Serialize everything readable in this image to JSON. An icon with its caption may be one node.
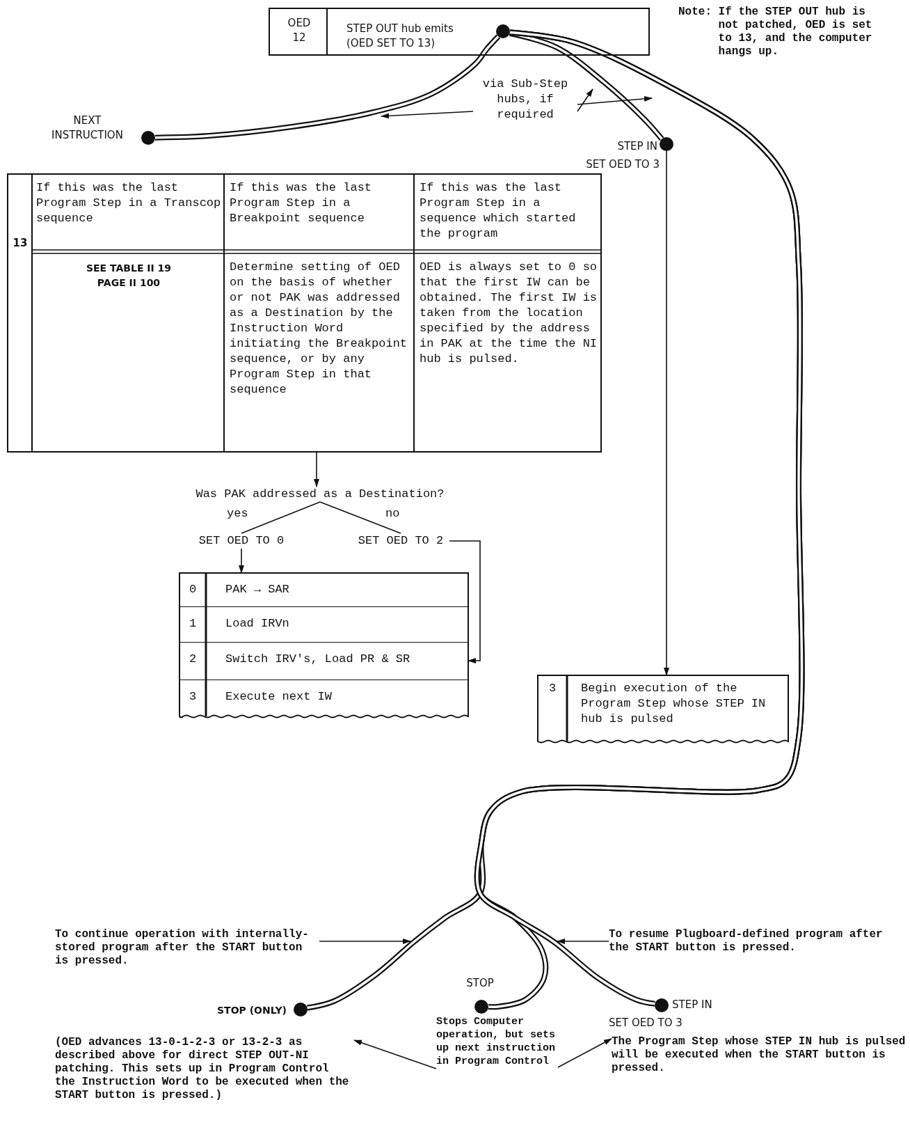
{
  "diagram": {
    "nodes": [
      {
        "text": [
          "OED 12",
          "STEP OUT hub emits (OED SET TO 13)"
        ]
      },
      {
        "text": [],
        "shape": "circle",
        "in": 0
      },
      {
        "text": [],
        "shape": "circle",
        "beside": [
          "NEXT INSTRUCTION"
        ]
      },
      {
        "text": [],
        "shape": "circle",
        "beside": [
          "STEP IN",
          "SET OED TO 3"
        ]
      },
      {
        "text": [
          "13",
          "If this was the last Program Step in a Transcop sequence",
          "If this was the last Program Step in a Breakpoint sequence",
          "If this was the last Program Step in a sequence which started the program",
          "SEE TABLE II 19 PAGE II 100",
          "Determine setting of OED on the basis of whether or not PAK was addressed as a Destination by the Instruction Word initiating the Breakpoint sequence, or by any Program Step in that sequence",
          "OED is always set to 0 so that the first IW can be obtained. The first IW is taken from the location specified by the address in PAK at the time the NI hub is pulsed."
        ]
      },
      {
        "text": [
          "Was PAK addressed as a Destination?"
        ]
      },
      {
        "text": [
          "SET OED TO 0"
        ]
      },
      {
        "text": [
          "SET OED TO 2"
        ]
      },
      {
        "text": [],
        "shape": "box"
      },
      {
        "text": [
          "0",
          "PAK → SAR"
        ],
        "in": 8
      },
      {
        "text": [
          "1",
          "Load IRVn"
        ],
        "in": 8
      },
      {
        "text": [
          "2",
          "Switch IRV's, Load PR & SR"
        ],
        "in": 8
      },
      {
        "text": [
          "3",
          "Execute next IW"
        ],
        "in": 8
      },
      {
        "text": [
          "3",
          "Begin execution of the Program Step whose STEP IN hub is pulsed"
        ]
      },
      {
        "text": [],
        "shape": "circle",
        "beside": [
          "STOP (ONLY)"
        ]
      },
      {
        "text": [],
        "shape": "circle",
        "beside": [
          "STOP"
        ]
      },
      {
        "text": [],
        "shape": "circle",
        "beside": [
          "STEP IN",
          "SET OED TO 3"
        ]
      },
      {
        "text": [
          "To continue operation with internally-stored program after the START button is pressed."
        ]
      },
      {
        "text": [
          "To resume Plugboard-defined program after the START button is pressed."
        ]
      },
      {
        "text": [
          "(OED advances 13-0-1-2-3 or 13-2-3 as described above for direct STEP OUT-NI patching. This sets up in Program Control the Instruction Word to be executed when the START button is pressed.)"
        ]
      },
      {
        "text": [
          "Stops Computer operation, but sets up next instruction in Program Control"
        ]
      },
      {
        "text": [
          "The Program Step whose STEP IN hub is pulsed will be executed when the START button is pressed."
        ]
      },
      {
        "text": [
          "via Sub-Step hubs, if required"
        ]
      }
    ],
    "edges": [
      {
        "from": 1,
        "to": 2,
        "arrow": "none",
        "style": "thick"
      },
      {
        "from": 1,
        "to": 3,
        "arrow": "none",
        "style": "thick"
      },
      {
        "from": 1,
        "to": 14,
        "arrow": "none",
        "style": "thick"
      },
      {
        "from": 1,
        "to": 15,
        "arrow": "none",
        "style": "thick"
      },
      {
        "from": 1,
        "to": 16,
        "arrow": "none",
        "style": "thick"
      },
      {
        "from": 22,
        "to": null,
        "arrow": "to"
      },
      {
        "from": 22,
        "to": null,
        "arrow": "to"
      },
      {
        "from": 22,
        "to": null,
        "arrow": "to"
      },
      {
        "from": 3,
        "to": 13,
        "arrow": "to"
      },
      {
        "from": 4,
        "to": 5,
        "arrow": "to"
      },
      {
        "from": 5,
        "to": 6,
        "arrow": "none",
        "label": "yes"
      },
      {
        "from": 5,
        "to": 7,
        "arrow": "none",
        "label": "no"
      },
      {
        "from": 6,
        "to": 9,
        "arrow": "to"
      },
      {
        "from": 7,
        "to": 11,
        "arrow": "to"
      },
      {
        "from": 17,
        "to": null,
        "arrow": "to"
      },
      {
        "from": 18,
        "to": null,
        "arrow": "to"
      },
      {
        "from": 20,
        "to": 19,
        "arrow": "to"
      },
      {
        "from": 20,
        "to": 21,
        "arrow": "to"
      }
    ],
    "labels": [
      "Note: If the STEP OUT hub is not patched, OED is set to 13, and the computer hangs up."
    ]
  }
}
